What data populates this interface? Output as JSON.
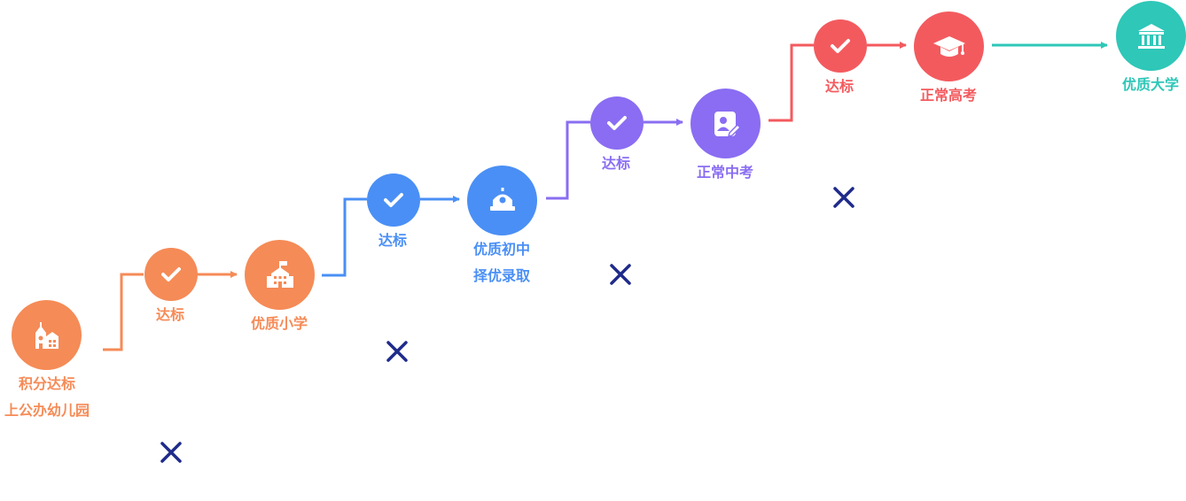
{
  "colors": {
    "orange": "#f58b57",
    "blue": "#4a8ff5",
    "purple": "#8a6df2",
    "red": "#f35a5e",
    "teal": "#2ec7b8",
    "cross": "#1f2b8a"
  },
  "nodes": {
    "kindergarten": {
      "line1": "积分达标",
      "line2": "上公办幼儿园",
      "icon": "school-building-icon"
    },
    "primary": {
      "label": "优质小学",
      "icon": "school-icon"
    },
    "junior": {
      "line1": "优质初中",
      "line2": "择优录取",
      "icon": "bell-dome-icon"
    },
    "zhongkao": {
      "label": "正常中考",
      "icon": "exam-paper-icon"
    },
    "gaokao": {
      "label": "正常高考",
      "icon": "graduation-cap-icon"
    },
    "university": {
      "label": "优质大学",
      "icon": "university-icon"
    }
  },
  "checks": [
    {
      "label": "达标",
      "icon": "check-icon"
    },
    {
      "label": "达标",
      "icon": "check-icon"
    },
    {
      "label": "达标",
      "icon": "check-icon"
    },
    {
      "label": "达标",
      "icon": "check-icon"
    }
  ]
}
